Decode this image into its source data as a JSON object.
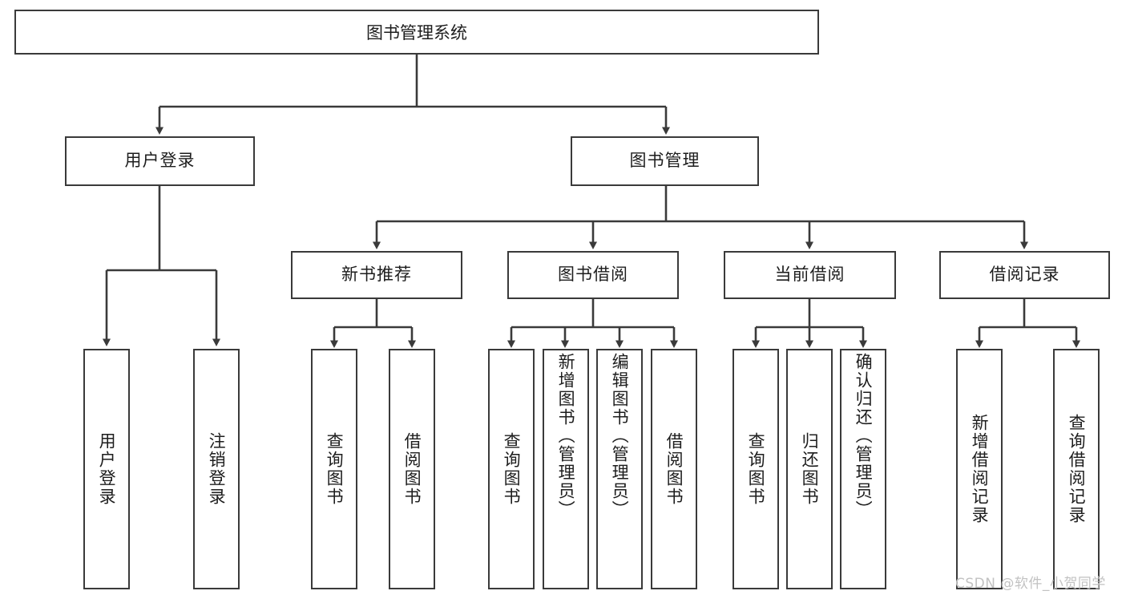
{
  "diagram": {
    "title": "图书管理系统",
    "type": "hierarchy-tree",
    "colors": {
      "background": "#ffffff",
      "border": "#3a3a3a",
      "text": "#1d1d1d",
      "connector": "#3a3a3a",
      "watermark": "#c2c2c2"
    },
    "root": {
      "label": "图书管理系统"
    },
    "level1": [
      {
        "label": "用户登录"
      },
      {
        "label": "图书管理"
      }
    ],
    "level2": [
      {
        "label": "新书推荐"
      },
      {
        "label": "图书借阅"
      },
      {
        "label": "当前借阅"
      },
      {
        "label": "借阅记录"
      }
    ],
    "leaves": {
      "user_login": [
        {
          "label": "用户登录"
        },
        {
          "label": "注销登录"
        }
      ],
      "new_book": [
        {
          "label": "查询图书"
        },
        {
          "label": "借阅图书"
        }
      ],
      "book_borrow": [
        {
          "label": "查询图书"
        },
        {
          "label": "新增图书（管理员）"
        },
        {
          "label": "编辑图书（管理员）"
        },
        {
          "label": "借阅图书"
        }
      ],
      "current_borrow": [
        {
          "label": "查询图书"
        },
        {
          "label": "归还图书"
        },
        {
          "label": "确认归还（管理员）"
        }
      ],
      "borrow_record": [
        {
          "label": "新增借阅记录"
        },
        {
          "label": "查询借阅记录"
        }
      ]
    }
  },
  "watermark": {
    "text": "CSDN @软件_小贺同学"
  }
}
